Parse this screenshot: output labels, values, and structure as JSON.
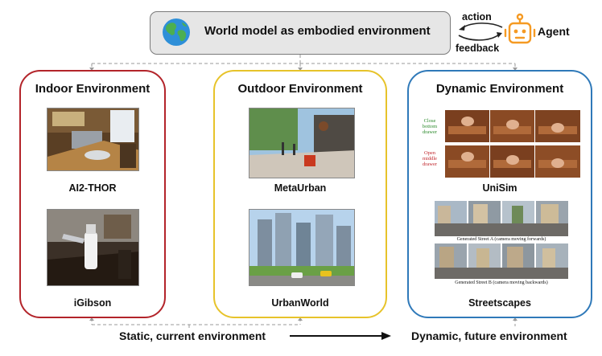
{
  "header": {
    "title": "World model as embodied environment",
    "action_label": "action",
    "feedback_label": "feedback",
    "agent_label": "Agent"
  },
  "panels": {
    "indoor": {
      "title": "Indoor Environment",
      "items": [
        {
          "caption": "AI2-THOR"
        },
        {
          "caption": "iGibson"
        }
      ]
    },
    "outdoor": {
      "title": "Outdoor Environment",
      "items": [
        {
          "caption": "MetaUrban"
        },
        {
          "caption": "UrbanWorld"
        }
      ]
    },
    "dynamic": {
      "title": "Dynamic Environment",
      "items": [
        {
          "caption": "UniSim"
        },
        {
          "caption": "Streetscapes"
        }
      ],
      "unisim_labels": [
        "Close bottom drawer",
        "Open middle drawer"
      ],
      "street_captions": [
        "Generated Street A (camera moving forwards)",
        "Generated Street B (camera moving backwards)"
      ]
    }
  },
  "footer": {
    "static_label": "Static, current environment",
    "dynamic_label": "Dynamic, future environment"
  },
  "colors": {
    "indoor_border": "#b3242a",
    "outdoor_border": "#e7c32a",
    "dynamic_border": "#2f79b9",
    "agent_orange": "#f59a23",
    "header_bg": "#e6e6e6"
  }
}
